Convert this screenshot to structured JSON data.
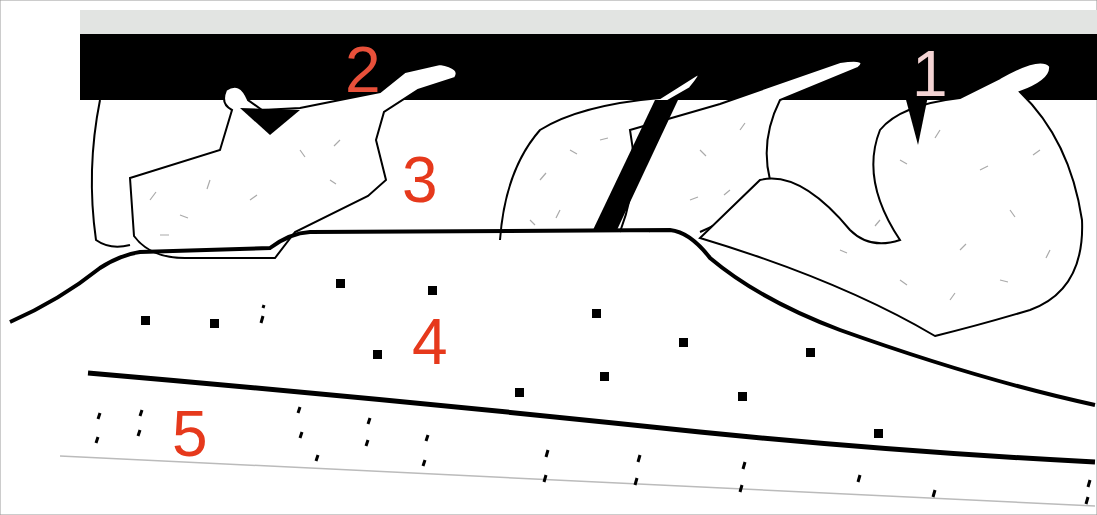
{
  "diagram": {
    "labels": [
      "2",
      "1",
      "3",
      "4",
      "5"
    ]
  }
}
